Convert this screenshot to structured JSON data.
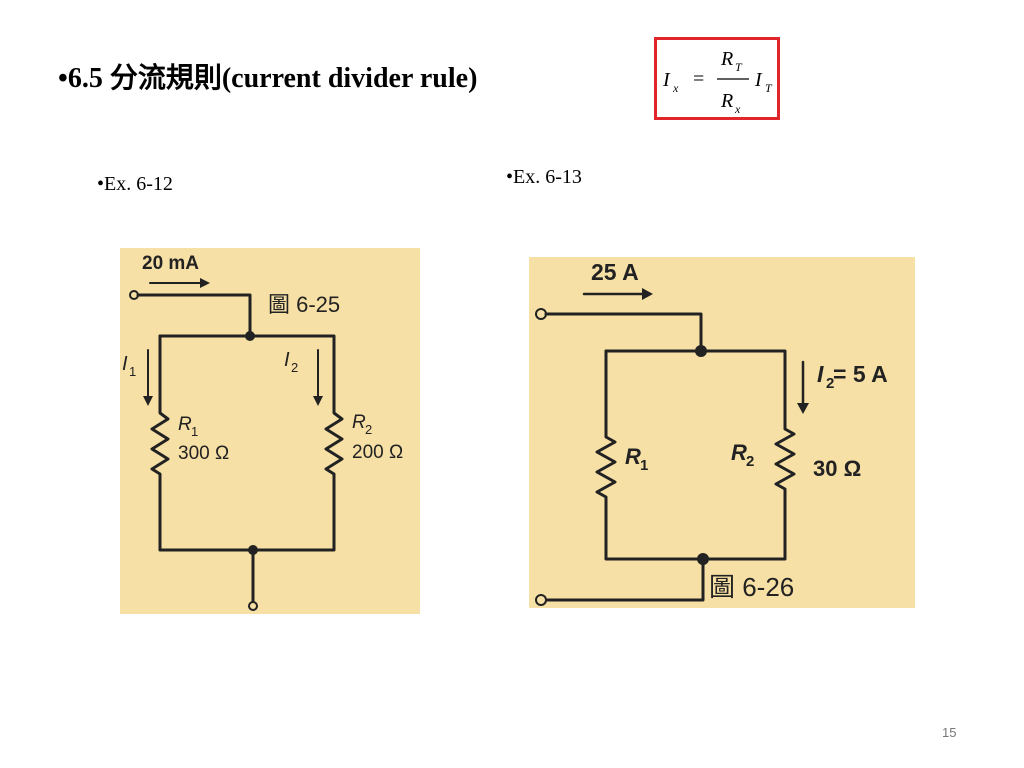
{
  "slide": {
    "title_bullet": "•",
    "title_num": "6.5",
    "title_zh": "分流規則",
    "title_en": "(current divider rule)",
    "page_number": "15"
  },
  "formula": {
    "lhs_main": "I",
    "lhs_sub": "x",
    "equals": "=",
    "num_main": "R",
    "num_sub": "T",
    "den_main": "R",
    "den_sub": "x",
    "rhs_main": "I",
    "rhs_sub": "T",
    "border_color": "#e0262b"
  },
  "examples": [
    {
      "label": "•Ex. 6-12"
    },
    {
      "label": "•Ex. 6-13"
    }
  ],
  "circuit1": {
    "source_current": "20 mA",
    "figure_label": "圖 6-25",
    "i1_main": "I",
    "i1_sub": "1",
    "i2_main": "I",
    "i2_sub": "2",
    "r1_main": "R",
    "r1_sub": "1",
    "r1_value": "300 Ω",
    "r2_main": "R",
    "r2_sub": "2",
    "r2_value": "200 Ω"
  },
  "circuit2": {
    "source_current": "25 A",
    "figure_label": "圖 6-26",
    "i2_main": "I",
    "i2_sub": "2",
    "i2_value": " = 5 A",
    "r1_main": "R",
    "r1_sub": "1",
    "r2_main": "R",
    "r2_sub": "2",
    "r2_value": "30 Ω"
  },
  "colors": {
    "circuit_background": "#f7e0a6",
    "wire": "#222222"
  }
}
